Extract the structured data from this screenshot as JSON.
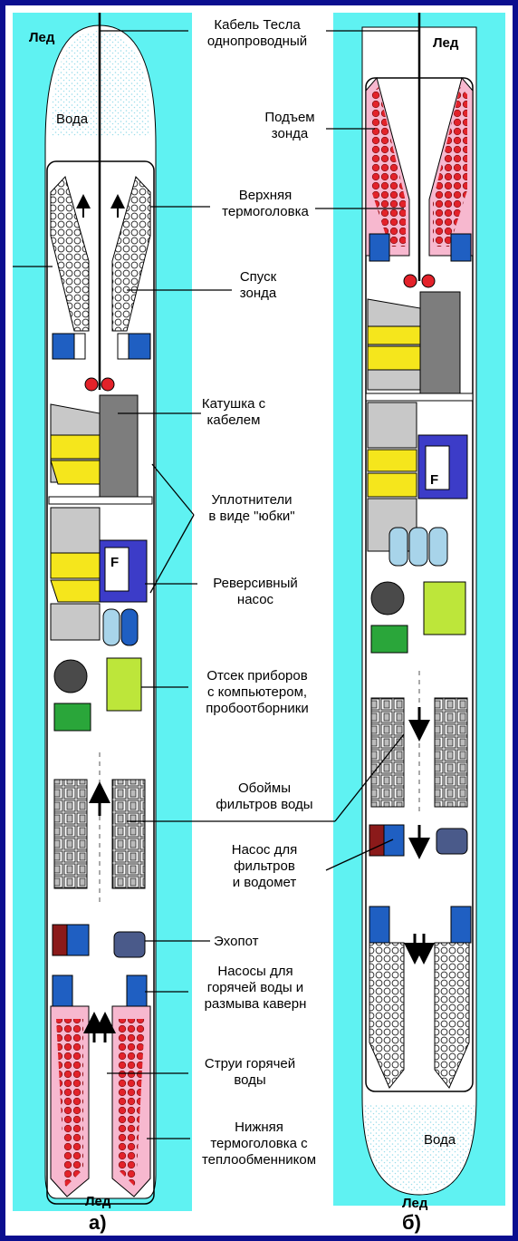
{
  "ice_labels": {
    "a_top": "Лед",
    "a_bottom": "Лед",
    "b_top": "Лед",
    "b_bottom": "Лед"
  },
  "water_labels": {
    "a": "Вода",
    "b": "Вода"
  },
  "captions": {
    "a": "а)",
    "b": "б)"
  },
  "letter_f": "F",
  "callouts": [
    {
      "lines": [
        "Кабель Тесла",
        "однопроводный"
      ]
    },
    {
      "lines": [
        "Подъем",
        "зонда"
      ]
    },
    {
      "lines": [
        "Верхняя",
        "термоголовка"
      ]
    },
    {
      "lines": [
        "Спуск",
        "зонда"
      ]
    },
    {
      "lines": [
        "Катушка с",
        "кабелем"
      ]
    },
    {
      "lines": [
        "Уплотнители",
        "в виде \"юбки\""
      ]
    },
    {
      "lines": [
        "Реверсивный",
        "насос"
      ]
    },
    {
      "lines": [
        "Отсек приборов",
        "с компьютером,",
        "пробоотборники"
      ]
    },
    {
      "lines": [
        "Обоймы",
        "фильтров воды"
      ]
    },
    {
      "lines": [
        "Насос для",
        "фильтров",
        "и водомет"
      ]
    },
    {
      "lines": [
        "Эхопот"
      ]
    },
    {
      "lines": [
        "Насосы для",
        "горячей воды и",
        "размыва каверн"
      ]
    },
    {
      "lines": [
        "Струи горячей",
        "воды"
      ]
    },
    {
      "lines": [
        "Нижняя",
        "термоголовка с",
        "теплообменником"
      ]
    }
  ],
  "colors": {
    "frame": "#0b0e8f",
    "panel": "#ffffff",
    "ice": "#5ff2f2",
    "water_dots": "#8fd9e8",
    "heat_pink": "#f7b8cf",
    "heat_red": "#e3222a",
    "pump_blue": "#1f5fc2",
    "pump_dark_red": "#8b1a1a",
    "seal_yellow": "#f5e61c",
    "body_gray": "#7d7d7d",
    "light_gray": "#c8c8c8",
    "pump_block": "#3c3cc8",
    "green": "#2aa63a",
    "lime": "#bde63a",
    "tank": "#a8d4ea"
  }
}
